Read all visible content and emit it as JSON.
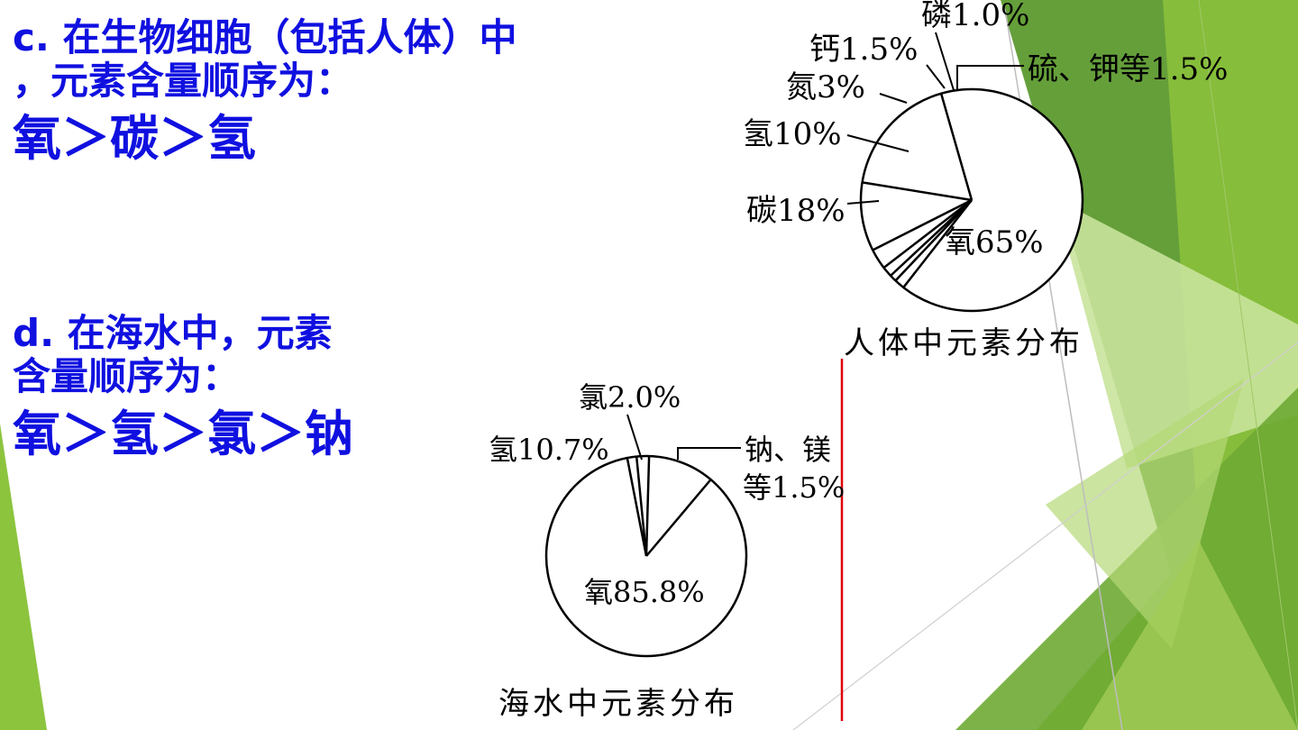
{
  "slide": {
    "point_c": {
      "line1": "c. 在生物细胞（包括人体）中",
      "line2": "，元素含量顺序为：",
      "order": "氧＞碳＞氢"
    },
    "point_d": {
      "line1": "d. 在海水中，元素",
      "line2": "含量顺序为：",
      "order": "氧＞氢＞氯＞钠"
    }
  },
  "theme": {
    "text_color": "#1010e0",
    "accent_greens": [
      "#5a9e2c",
      "#7ab83a",
      "#a8d05a",
      "#c8e29a"
    ],
    "marker_line_color": "#dd0000"
  },
  "chart_data": [
    {
      "type": "pie",
      "title": "人体中元素分布",
      "slices": [
        {
          "label": "氧65%",
          "element": "氧",
          "value": 65
        },
        {
          "label": "碳18%",
          "element": "碳",
          "value": 18
        },
        {
          "label": "氢10%",
          "element": "氢",
          "value": 10
        },
        {
          "label": "氮3%",
          "element": "氮",
          "value": 3
        },
        {
          "label": "钙1.5%",
          "element": "钙",
          "value": 1.5
        },
        {
          "label": "磷1.0%",
          "element": "磷",
          "value": 1.0
        },
        {
          "label": "硫、钾等1.5%",
          "element": "硫、钾等",
          "value": 1.5
        }
      ]
    },
    {
      "type": "pie",
      "title": "海水中元素分布",
      "slices": [
        {
          "label": "氧85.8%",
          "element": "氧",
          "value": 85.8
        },
        {
          "label": "氢10.7%",
          "element": "氢",
          "value": 10.7
        },
        {
          "label": "氯2.0%",
          "element": "氯",
          "value": 2.0
        },
        {
          "label_line1": "钠、镁",
          "label_line2": "等1.5%",
          "element": "钠、镁等",
          "value": 1.5
        }
      ]
    }
  ]
}
